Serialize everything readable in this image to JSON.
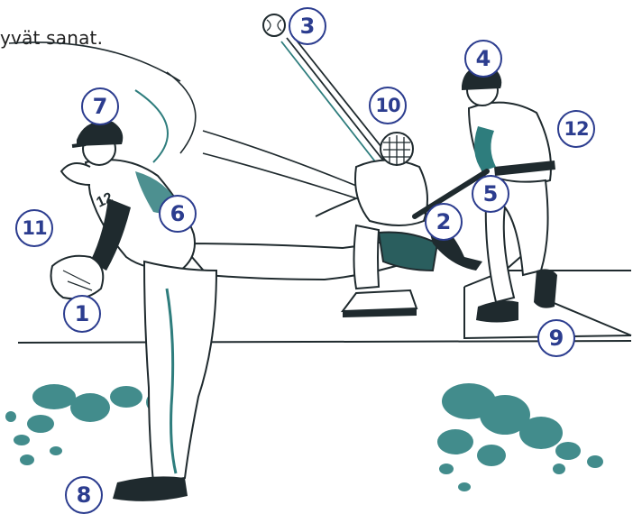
{
  "instruction": "yvät sanat.",
  "jersey_number": "12",
  "colors": {
    "ink": "#1f2a2e",
    "teal": "#2e7d7d",
    "dark_teal": "#1f5c5c",
    "badge": "#2c3d8f"
  },
  "markers": [
    {
      "label": "1"
    },
    {
      "label": "2"
    },
    {
      "label": "3"
    },
    {
      "label": "4"
    },
    {
      "label": "5"
    },
    {
      "label": "6"
    },
    {
      "label": "7"
    },
    {
      "label": "8"
    },
    {
      "label": "9"
    },
    {
      "label": "10"
    },
    {
      "label": "11"
    },
    {
      "label": "12"
    }
  ]
}
